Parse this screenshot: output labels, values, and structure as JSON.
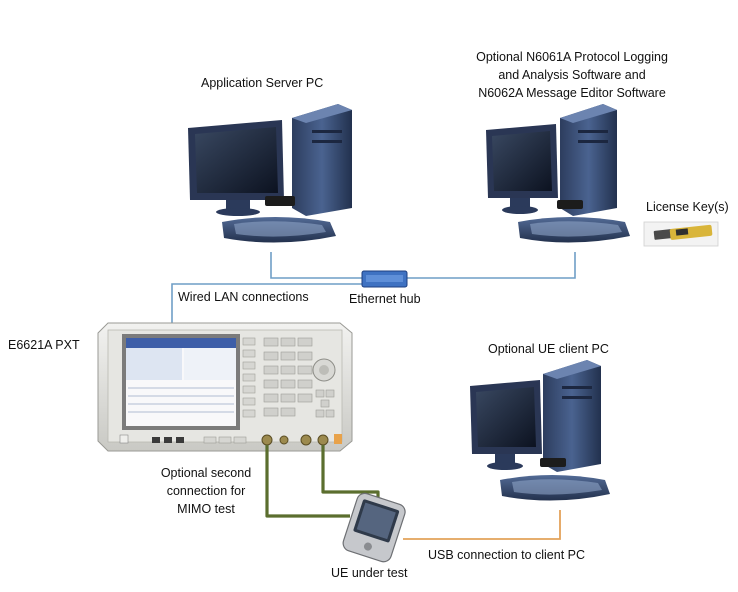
{
  "labels": {
    "app_server": "Application Server PC",
    "optional_software_line1": "Optional N6061A Protocol Logging",
    "optional_software_line2": "and Analysis Software and",
    "optional_software_line3": "N6062A Message Editor Software",
    "license_key": "License Key(s)",
    "wired_lan": "Wired LAN connections",
    "ethernet_hub": "Ethernet hub",
    "pxt": "E6621A PXT",
    "ue_client": "Optional UE client PC",
    "mimo_line1": "Optional second",
    "mimo_line2": "connection for",
    "mimo_line3": "MIMO test",
    "usb": "USB connection to client PC",
    "ue_under_test": "UE under test"
  },
  "colors": {
    "lan_line": "#6f9ec6",
    "rf_cable": "#5b6e2e",
    "usb_cable": "#e3a25a",
    "hub": "#3f72c2",
    "pc_case": "#3b4f75"
  },
  "icons": [
    "desktop-pc-icon",
    "usb-key-icon",
    "ethernet-hub-icon",
    "signal-analyzer-icon",
    "handset-icon"
  ]
}
